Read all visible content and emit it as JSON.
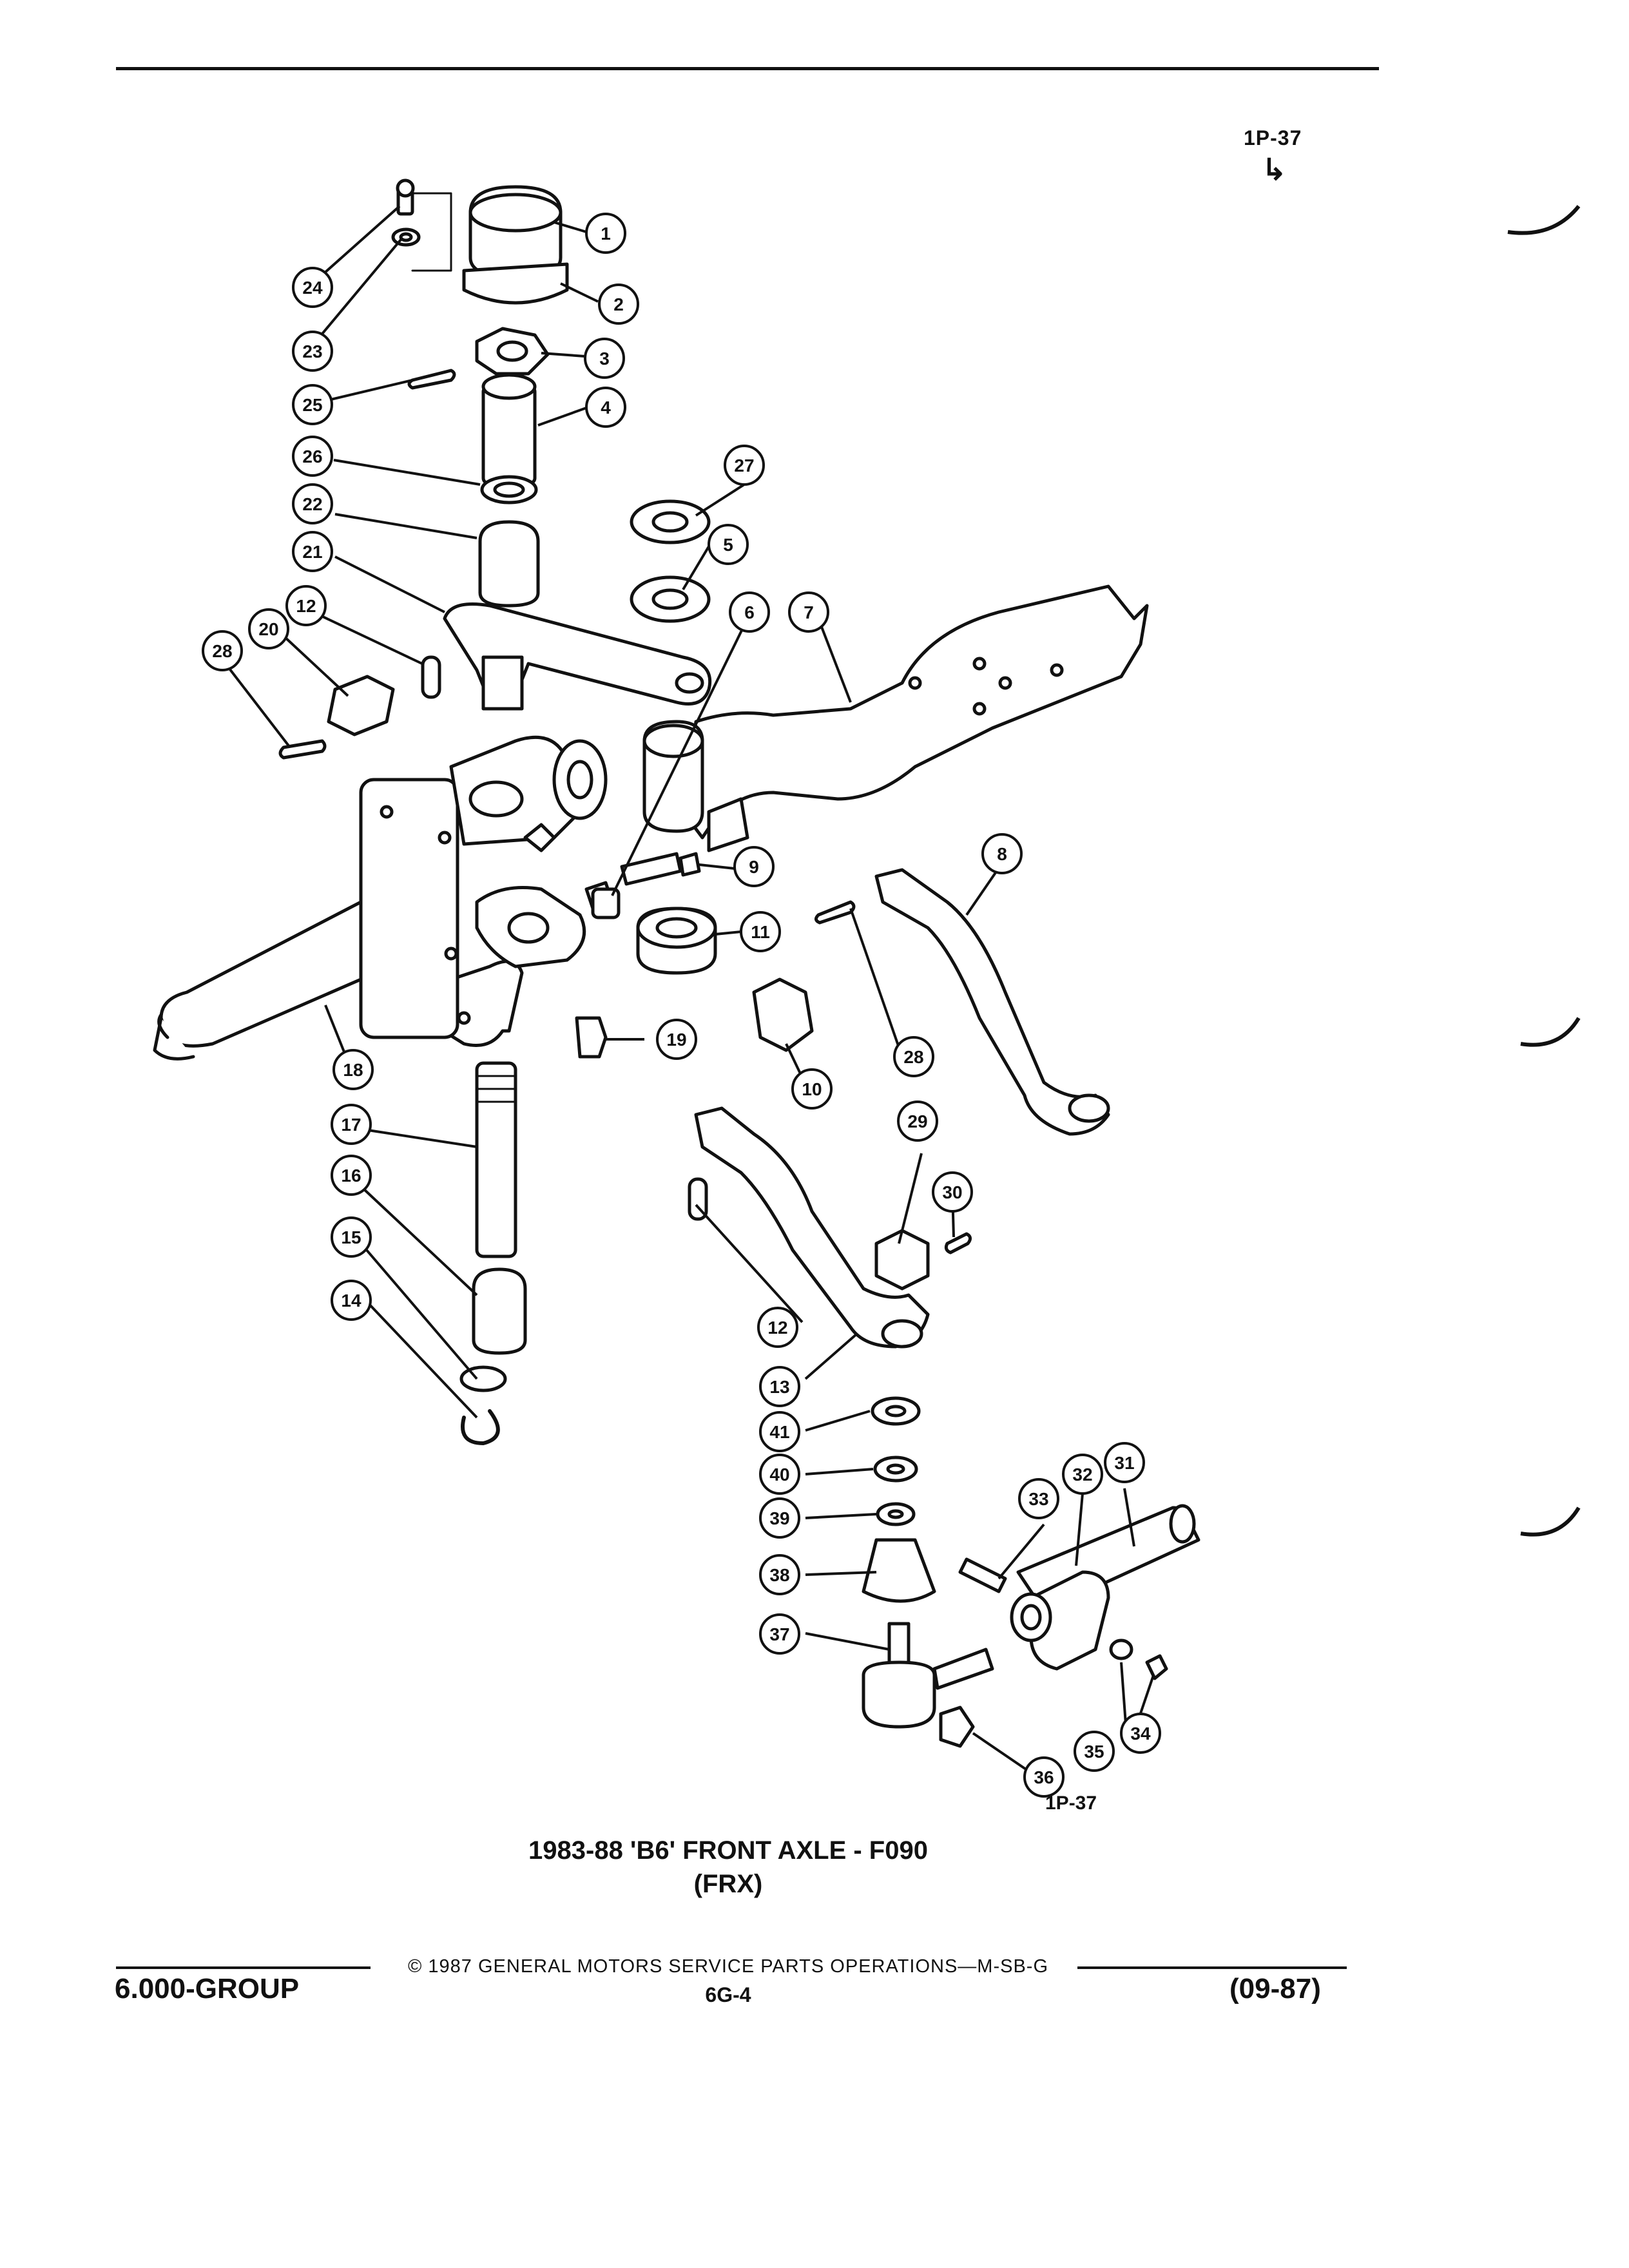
{
  "header": {
    "section_code": "1P-37",
    "manufacturer_logo": "GMC-mark-icon"
  },
  "diagram": {
    "bottom_tag": "1P-37",
    "callouts": [
      "1",
      "2",
      "3",
      "4",
      "5",
      "6",
      "7",
      "8",
      "9",
      "10",
      "11",
      "12",
      "12",
      "13",
      "14",
      "15",
      "16",
      "17",
      "18",
      "19",
      "20",
      "21",
      "22",
      "23",
      "24",
      "25",
      "26",
      "27",
      "28",
      "28",
      "29",
      "30",
      "31",
      "32",
      "33",
      "34",
      "35",
      "36",
      "37",
      "38",
      "39",
      "40",
      "41"
    ]
  },
  "caption": {
    "title": "1983-88 'B6' FRONT AXLE - F090",
    "subtitle": "(FRX)"
  },
  "footer": {
    "copyright": "© 1987 GENERAL MOTORS SERVICE PARTS OPERATIONS—M-SB-G",
    "group": "6.000-GROUP",
    "page": "6G-4",
    "date": "(09-87)"
  },
  "colors": {
    "ink": "#111111",
    "paper": "#ffffff"
  }
}
